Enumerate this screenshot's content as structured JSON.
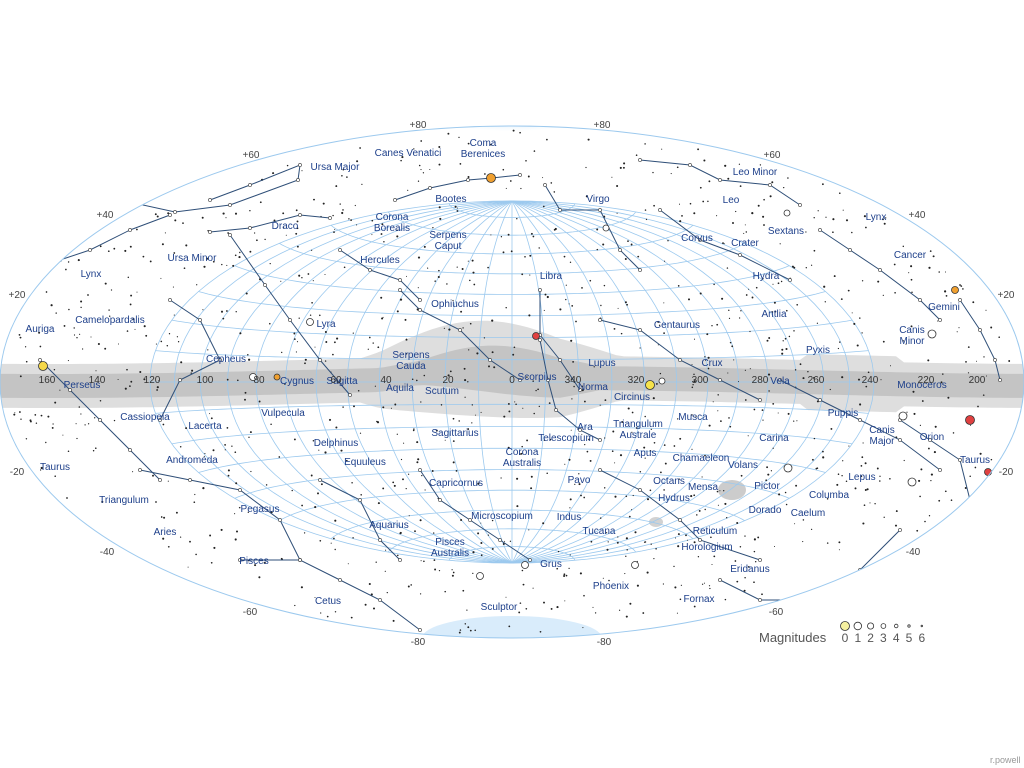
{
  "colors": {
    "grid": "#9cc9ee",
    "milkyway_outer": "#dedede",
    "milkyway_inner": "#c4c4c4",
    "constellation_line": "#2f4f78",
    "label": "#1d3f8a",
    "pole_glow": "#b7dcf7"
  },
  "latitude_labels": [
    "+80",
    "+60",
    "+40",
    "+20",
    "-20",
    "-40",
    "-60",
    "-80"
  ],
  "galactic_longitude_labels": [
    "160",
    "140",
    "120",
    "100",
    "80",
    "60",
    "40",
    "20",
    "0",
    "340",
    "320",
    "300",
    "280",
    "260",
    "240",
    "220",
    "200"
  ],
  "constellations": [
    {
      "name": "Coma\nBerenices"
    },
    {
      "name": "Canes Venatici"
    },
    {
      "name": "Ursa Major"
    },
    {
      "name": "Bootes"
    },
    {
      "name": "Virgo"
    },
    {
      "name": "Leo Minor"
    },
    {
      "name": "Leo"
    },
    {
      "name": "Sextans"
    },
    {
      "name": "Lynx"
    },
    {
      "name": "Draco"
    },
    {
      "name": "Corona\nBorealis"
    },
    {
      "name": "Serpens\nCaput"
    },
    {
      "name": "Corvus"
    },
    {
      "name": "Crater"
    },
    {
      "name": "Ursa Minor"
    },
    {
      "name": "Hercules"
    },
    {
      "name": "Libra"
    },
    {
      "name": "Hydra"
    },
    {
      "name": "Cancer"
    },
    {
      "name": "Lynx"
    },
    {
      "name": "Camelopardalis"
    },
    {
      "name": "Ophiuchus"
    },
    {
      "name": "Antlia"
    },
    {
      "name": "Gemini"
    },
    {
      "name": "Auriga"
    },
    {
      "name": "Lyra"
    },
    {
      "name": "Centaurus"
    },
    {
      "name": "Canis\nMinor"
    },
    {
      "name": "Cepheus"
    },
    {
      "name": "Serpens\nCauda"
    },
    {
      "name": "Lupus"
    },
    {
      "name": "Pyxis"
    },
    {
      "name": "Crux"
    },
    {
      "name": "Perseus"
    },
    {
      "name": "Cygnus"
    },
    {
      "name": "Sagitta"
    },
    {
      "name": "Scorpius"
    },
    {
      "name": "Norma"
    },
    {
      "name": "Vela"
    },
    {
      "name": "Monoceros"
    },
    {
      "name": "Aquila"
    },
    {
      "name": "Scutum"
    },
    {
      "name": "Circinus"
    },
    {
      "name": "Puppis"
    },
    {
      "name": "Cassiopeia"
    },
    {
      "name": "Vulpecula"
    },
    {
      "name": "Lacerta"
    },
    {
      "name": "Musca"
    },
    {
      "name": "Triangulum\nAustrale"
    },
    {
      "name": "Ara"
    },
    {
      "name": "Sagittarius"
    },
    {
      "name": "Canis\nMajor"
    },
    {
      "name": "Orion"
    },
    {
      "name": "Carina"
    },
    {
      "name": "Delphinus"
    },
    {
      "name": "Telescopium"
    },
    {
      "name": "Corona\nAustralis"
    },
    {
      "name": "Apus"
    },
    {
      "name": "Chamaeleon"
    },
    {
      "name": "Andromeda"
    },
    {
      "name": "Equuleus"
    },
    {
      "name": "Volans"
    },
    {
      "name": "Taurus"
    },
    {
      "name": "Taurus"
    },
    {
      "name": "Lepus"
    },
    {
      "name": "Capricornus"
    },
    {
      "name": "Pavo"
    },
    {
      "name": "Octans"
    },
    {
      "name": "Mensa"
    },
    {
      "name": "Pictor"
    },
    {
      "name": "Triangulum"
    },
    {
      "name": "Hydrus"
    },
    {
      "name": "Columba"
    },
    {
      "name": "Pegasus"
    },
    {
      "name": "Aquarius"
    },
    {
      "name": "Microscopium"
    },
    {
      "name": "Indus"
    },
    {
      "name": "Dorado"
    },
    {
      "name": "Caelum"
    },
    {
      "name": "Aries"
    },
    {
      "name": "Reticulum"
    },
    {
      "name": "Tucana"
    },
    {
      "name": "Pisces\nAustralis"
    },
    {
      "name": "Horologium"
    },
    {
      "name": "Pisces"
    },
    {
      "name": "Grus"
    },
    {
      "name": "Eridanus"
    },
    {
      "name": "Phoenix"
    },
    {
      "name": "Cetus"
    },
    {
      "name": "Fornax"
    },
    {
      "name": "Sculptor"
    }
  ],
  "legend": {
    "title": "Magnitudes",
    "values": [
      "0",
      "1",
      "2",
      "3",
      "4",
      "5",
      "6"
    ]
  },
  "credit": "r.powell"
}
